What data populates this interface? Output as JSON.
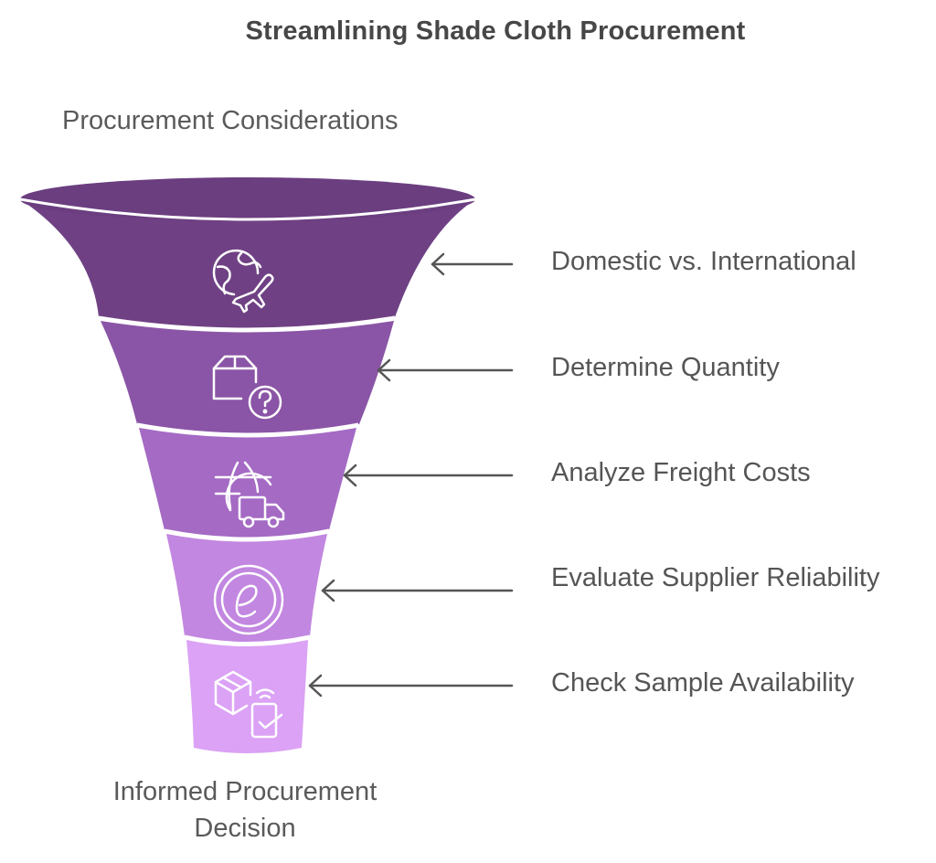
{
  "title": "Streamlining Shade Cloth Procurement",
  "top_label": "Procurement Considerations",
  "bottom_label_line1": "Informed Procurement",
  "bottom_label_line2": "Decision",
  "stages": [
    {
      "label": "Domestic vs. International",
      "icon": "globe-airplane-icon",
      "color": "#6f4184"
    },
    {
      "label": "Determine Quantity",
      "icon": "box-question-icon",
      "color": "#8a55a6"
    },
    {
      "label": "Analyze Freight Costs",
      "icon": "globe-truck-icon",
      "color": "#a46ac4"
    },
    {
      "label": "Evaluate Supplier Reliability",
      "icon": "e-circle-icon",
      "color": "#c287e0"
    },
    {
      "label": "Check Sample Availability",
      "icon": "box-device-check-icon",
      "color": "#dba2f5"
    }
  ]
}
